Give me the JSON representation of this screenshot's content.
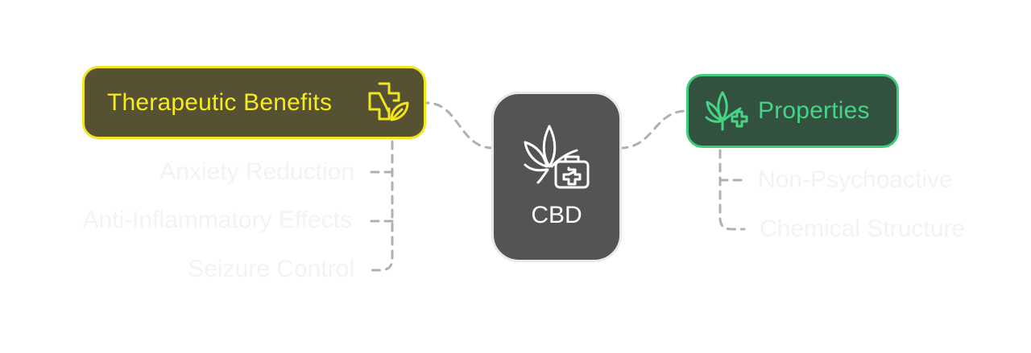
{
  "colors": {
    "benefits_fill": "#555132",
    "benefits_accent": "#f2e51d",
    "properties_fill": "#33513f",
    "properties_accent": "#3ecb7c",
    "center_fill": "#545454",
    "leaf_text": "#f3f3f3",
    "connector": "#b0b0b0"
  },
  "center": {
    "label": "CBD",
    "icon": "cannabis-leaf-with-medical-kit-icon"
  },
  "branches": [
    {
      "label": "Therapeutic Benefits",
      "icon": "medical-cross-with-leaf-icon",
      "items": [
        "Anxiety Reduction",
        "Anti-Inflammatory Effects",
        "Seizure Control"
      ]
    },
    {
      "label": "Properties",
      "icon": "cannabis-leaf-with-plus-icon",
      "items": [
        "Non-Psychoactive",
        "Chemical Structure"
      ]
    }
  ]
}
